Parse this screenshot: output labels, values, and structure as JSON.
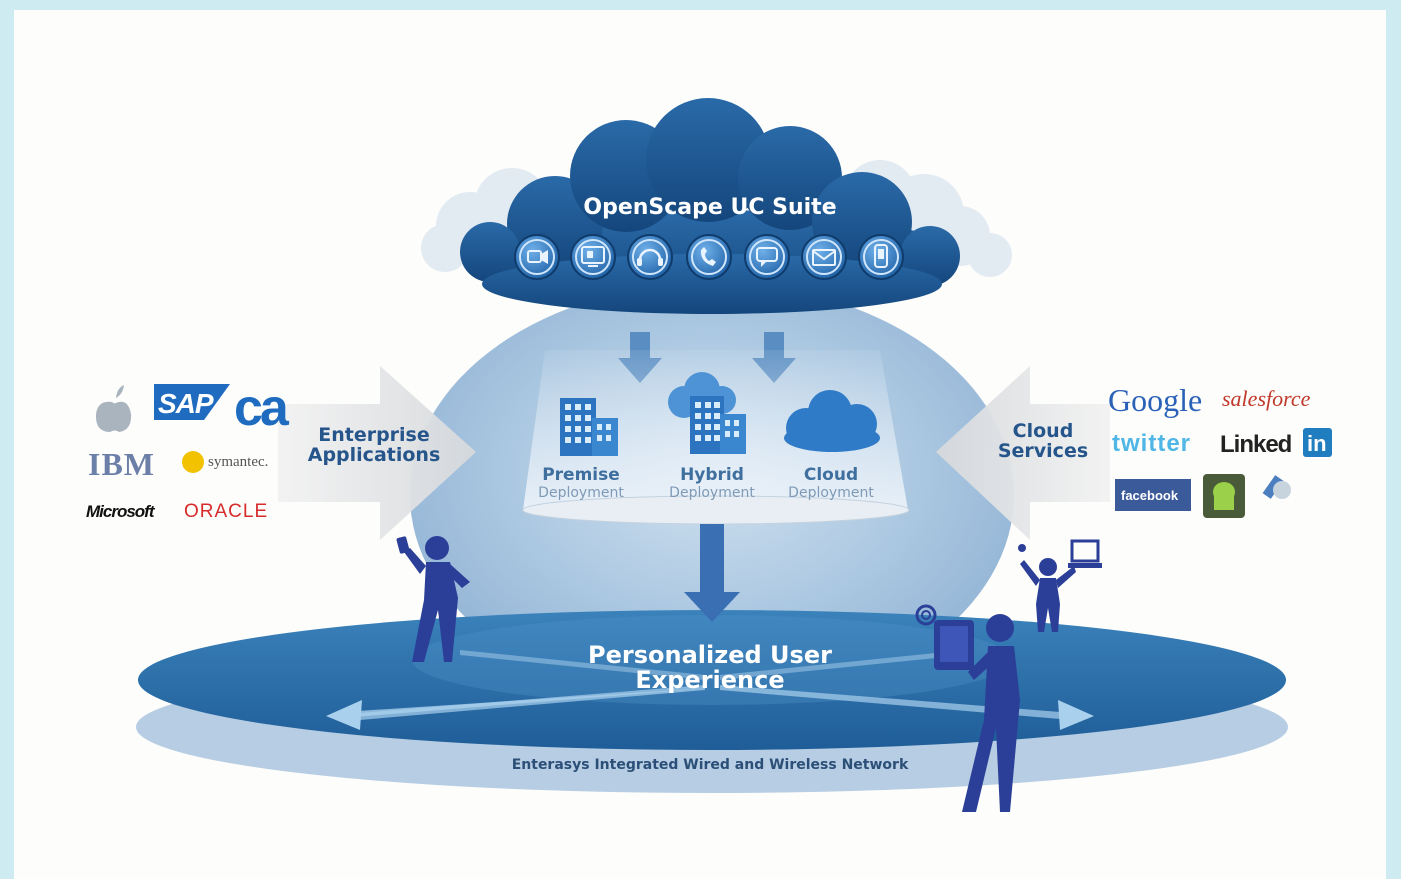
{
  "diagram": {
    "cloud_title": "OpenScape UC Suite",
    "service_icons": [
      "video-icon",
      "screen-share-icon",
      "headset-icon",
      "phone-icon",
      "chat-icon",
      "email-icon",
      "mobile-icon"
    ],
    "deployments": [
      {
        "icon": "building-icon",
        "title": "Premise",
        "subtitle": "Deployment"
      },
      {
        "icon": "hybrid-cloud-building-icon",
        "title": "Hybrid",
        "subtitle": "Deployment"
      },
      {
        "icon": "cloud-icon",
        "title": "Cloud",
        "subtitle": "Deployment"
      }
    ],
    "enterprise_label": "Enterprise Applications",
    "cloud_services_label": "Cloud Services",
    "center_label": "Personalized User Experience",
    "network_label": "Enterasys Integrated Wired and Wireless Network",
    "enterprise_logos": {
      "apple": "apple-logo",
      "sap": "SAP",
      "ca": "ca",
      "ibm": "IBM",
      "symantec": "symantec.",
      "microsoft": "Microsoft",
      "oracle": "ORACLE"
    },
    "cloud_logos": {
      "google": "Google",
      "salesforce": "salesforce",
      "twitter": "twitter",
      "linkedin_text": "Linked",
      "linkedin_in": "in",
      "facebook": "facebook",
      "android": "android-logo",
      "blog": "blog-logo"
    },
    "colors": {
      "background": "#cdebf1",
      "panel": "#fdfdfb",
      "cloud_dark": "#1f5a95",
      "ellipse": "#2c72ac",
      "person": "#2b3f98",
      "label_blue": "#25558a"
    }
  }
}
